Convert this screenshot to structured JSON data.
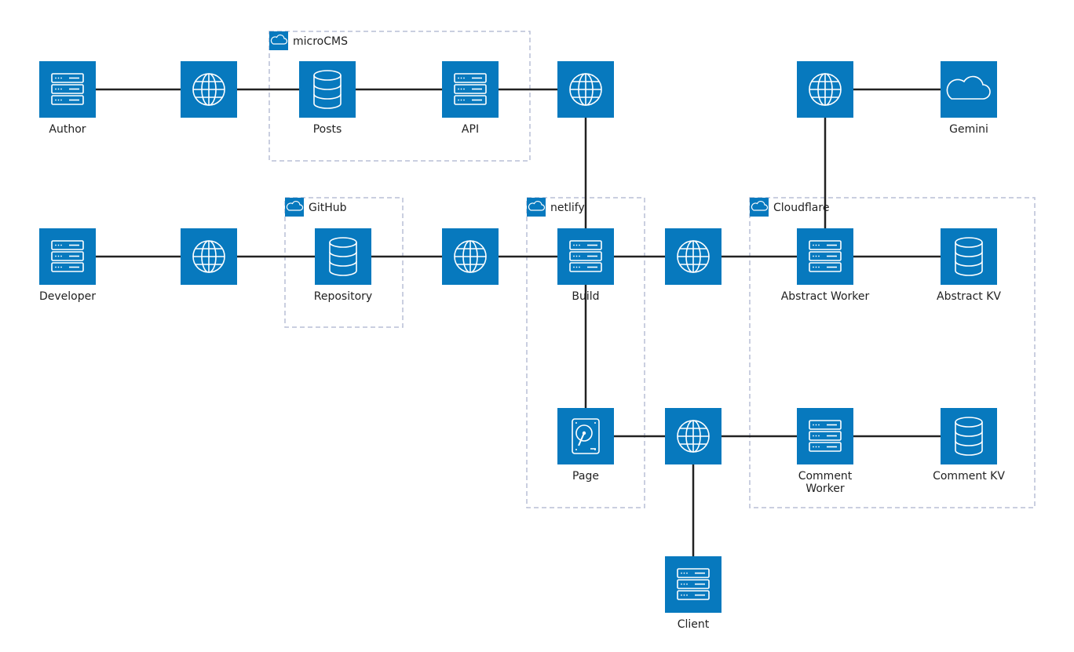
{
  "colors": {
    "node_fill": "#0779be",
    "edge": "#222222",
    "group_border": "#b9bfd6",
    "icon": "#ffffff"
  },
  "groups": [
    {
      "id": "microcms",
      "label": "microCMS"
    },
    {
      "id": "github",
      "label": "GitHub"
    },
    {
      "id": "netlify",
      "label": "netlify"
    },
    {
      "id": "cloudflare",
      "label": "Cloudflare"
    }
  ],
  "nodes": [
    {
      "id": "author",
      "icon": "server-icon",
      "label": [
        "Author"
      ]
    },
    {
      "id": "net1",
      "icon": "globe-icon",
      "label": []
    },
    {
      "id": "posts",
      "icon": "database-icon",
      "label": [
        "Posts"
      ]
    },
    {
      "id": "api",
      "icon": "server-icon",
      "label": [
        "API"
      ]
    },
    {
      "id": "net2",
      "icon": "globe-icon",
      "label": []
    },
    {
      "id": "net3",
      "icon": "globe-icon",
      "label": []
    },
    {
      "id": "gemini",
      "icon": "cloud-icon",
      "label": [
        "Gemini"
      ]
    },
    {
      "id": "developer",
      "icon": "server-icon",
      "label": [
        "Developer"
      ]
    },
    {
      "id": "net4",
      "icon": "globe-icon",
      "label": []
    },
    {
      "id": "repository",
      "icon": "database-icon",
      "label": [
        "Repository"
      ]
    },
    {
      "id": "net5",
      "icon": "globe-icon",
      "label": []
    },
    {
      "id": "build",
      "icon": "server-icon",
      "label": [
        "Build"
      ]
    },
    {
      "id": "net6",
      "icon": "globe-icon",
      "label": []
    },
    {
      "id": "abstract-worker",
      "icon": "server-icon",
      "label": [
        "Abstract Worker"
      ]
    },
    {
      "id": "abstract-kv",
      "icon": "database-icon",
      "label": [
        "Abstract KV"
      ]
    },
    {
      "id": "page",
      "icon": "disk-icon",
      "label": [
        "Page"
      ]
    },
    {
      "id": "net7",
      "icon": "globe-icon",
      "label": []
    },
    {
      "id": "comment-worker",
      "icon": "server-icon",
      "label": [
        "Comment",
        "Worker"
      ]
    },
    {
      "id": "comment-kv",
      "icon": "database-icon",
      "label": [
        "Comment KV"
      ]
    },
    {
      "id": "client",
      "icon": "server-icon",
      "label": [
        "Client"
      ]
    }
  ],
  "edges": [
    [
      "author",
      "net1"
    ],
    [
      "net1",
      "posts"
    ],
    [
      "posts",
      "api"
    ],
    [
      "api",
      "net2"
    ],
    [
      "net2",
      "build"
    ],
    [
      "net3",
      "gemini"
    ],
    [
      "net3",
      "abstract-worker"
    ],
    [
      "developer",
      "net4"
    ],
    [
      "net4",
      "repository"
    ],
    [
      "repository",
      "net5"
    ],
    [
      "net5",
      "build"
    ],
    [
      "build",
      "net6"
    ],
    [
      "net6",
      "abstract-worker"
    ],
    [
      "abstract-worker",
      "abstract-kv"
    ],
    [
      "build",
      "page"
    ],
    [
      "page",
      "net7"
    ],
    [
      "net7",
      "comment-worker"
    ],
    [
      "comment-worker",
      "comment-kv"
    ],
    [
      "net7",
      "client"
    ]
  ]
}
